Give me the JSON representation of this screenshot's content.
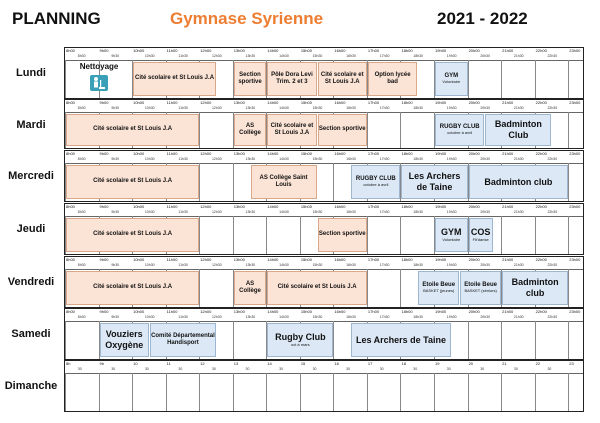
{
  "header": {
    "title": "PLANNING",
    "gym": "Gymnase Syrienne",
    "year": "2021 - 2022"
  },
  "colors": {
    "school": "#fbe3d5",
    "club": "#dce8f6",
    "accent": "#ed7d31"
  },
  "time_labels": [
    "8h00",
    "9h00",
    "10h00",
    "11h00",
    "12h00",
    "13h00",
    "14h00",
    "15h00",
    "16h00",
    "17h00",
    "18h00",
    "19h00",
    "20h00",
    "21h00",
    "22h00",
    "23h00"
  ],
  "sub_labels": [
    "8h30",
    "9h30",
    "10h30",
    "11h30",
    "12h30",
    "13h30",
    "14h30",
    "15h30",
    "16h30",
    "17h30",
    "18h30",
    "19h30",
    "20h30",
    "21h30",
    "22h30"
  ],
  "alt_time_labels": [
    "8h",
    "9h",
    "10",
    "11",
    "12",
    "13",
    "14",
    "15",
    "16",
    "17",
    "18",
    "19",
    "20",
    "21",
    "22",
    "23"
  ],
  "alt_sub_labels": [
    "30",
    "30",
    "30",
    "30",
    "30",
    "30",
    "30",
    "30",
    "30",
    "30",
    "30",
    "30",
    "30",
    "30",
    "30"
  ],
  "days": [
    {
      "name": "Lundi",
      "blocks": [
        {
          "title": "Nettoyage",
          "start": 8.0,
          "end": 10.0,
          "color": "none",
          "icon": "cleaning-icon"
        },
        {
          "title": "Cité scolaire et St Louis J.A",
          "start": 10.0,
          "end": 12.5,
          "color": "school"
        },
        {
          "title": "Section sportive",
          "start": 13.0,
          "end": 14.0,
          "color": "school"
        },
        {
          "title": "Pôle Dora Levi Trim. 2 et 3",
          "start": 14.0,
          "end": 15.5,
          "color": "school"
        },
        {
          "title": "Cité scolaire et St Louis J.A",
          "start": 15.5,
          "end": 17.0,
          "color": "school"
        },
        {
          "title": "Option lycée bad",
          "start": 17.0,
          "end": 18.5,
          "color": "school"
        },
        {
          "title": "GYM",
          "sub": "Volontaire",
          "start": 19.0,
          "end": 20.0,
          "color": "club"
        }
      ]
    },
    {
      "name": "Mardi",
      "blocks": [
        {
          "title": "Cité scolaire et St Louis J.A",
          "start": 8.0,
          "end": 12.0,
          "color": "school"
        },
        {
          "title": "AS Collège",
          "start": 13.0,
          "end": 14.0,
          "color": "school"
        },
        {
          "title": "Cité scolaire et St Louis J.A",
          "start": 14.0,
          "end": 15.5,
          "color": "school"
        },
        {
          "title": "Section sportive",
          "start": 15.5,
          "end": 17.0,
          "color": "school"
        },
        {
          "title": "RUGBY CLUB",
          "sub": "octobre à avril",
          "start": 19.0,
          "end": 20.5,
          "color": "club"
        },
        {
          "title": "Badminton Club",
          "start": 20.5,
          "end": 22.5,
          "color": "club",
          "big": true
        }
      ]
    },
    {
      "name": "Mercredi",
      "blocks": [
        {
          "title": "Cité scolaire et St Louis J.A",
          "start": 8.0,
          "end": 12.0,
          "color": "school"
        },
        {
          "title": "AS Collège Saint Louis",
          "start": 13.5,
          "end": 15.5,
          "color": "school"
        },
        {
          "title": "RUGBY CLUB",
          "sub": "octobre à avril",
          "start": 16.5,
          "end": 18.0,
          "color": "club"
        },
        {
          "title": "Les Archers de Taine",
          "start": 18.0,
          "end": 20.0,
          "color": "club",
          "big": true
        },
        {
          "title": "Badminton club",
          "start": 20.0,
          "end": 23.0,
          "color": "club",
          "big": true
        }
      ]
    },
    {
      "name": "Jeudi",
      "blocks": [
        {
          "title": "Cité scolaire et St Louis J.A",
          "start": 8.0,
          "end": 12.0,
          "color": "school"
        },
        {
          "title": "Section sportive",
          "start": 15.5,
          "end": 17.0,
          "color": "school"
        },
        {
          "title": "GYM",
          "sub": "Volontaire",
          "start": 19.0,
          "end": 20.0,
          "color": "club",
          "big": true
        },
        {
          "title": "COS",
          "sub": "Fit'danse",
          "start": 20.0,
          "end": 20.75,
          "color": "club",
          "big": true
        }
      ]
    },
    {
      "name": "Vendredi",
      "blocks": [
        {
          "title": "Cité scolaire et St Louis J.A",
          "start": 8.0,
          "end": 12.0,
          "color": "school"
        },
        {
          "title": "AS Collège",
          "start": 13.0,
          "end": 14.0,
          "color": "school"
        },
        {
          "title": "Cité scolaire et St Louis J.A",
          "start": 14.0,
          "end": 17.0,
          "color": "school"
        },
        {
          "title": "Etoile Beue",
          "sub": "BASKET (jeunes)",
          "start": 18.5,
          "end": 19.75,
          "color": "club"
        },
        {
          "title": "Etoile Beue",
          "sub": "BASKET (séniors)",
          "start": 19.75,
          "end": 21.0,
          "color": "club"
        },
        {
          "title": "Badminton club",
          "start": 21.0,
          "end": 23.0,
          "color": "club",
          "big": true
        }
      ]
    },
    {
      "name": "Samedi",
      "blocks": [
        {
          "title": "Vouziers Oxygène",
          "start": 9.0,
          "end": 10.5,
          "color": "club",
          "big": true
        },
        {
          "title": "Comité Départemental Handisport",
          "start": 10.5,
          "end": 12.5,
          "color": "club"
        },
        {
          "title": "Rugby Club",
          "sub": "oct à mars",
          "start": 14.0,
          "end": 16.0,
          "color": "club",
          "big": true
        },
        {
          "title": "Les Archers de Taine",
          "start": 16.5,
          "end": 19.5,
          "color": "club",
          "big": true
        }
      ]
    },
    {
      "name": "Dimanche",
      "blocks": []
    }
  ]
}
